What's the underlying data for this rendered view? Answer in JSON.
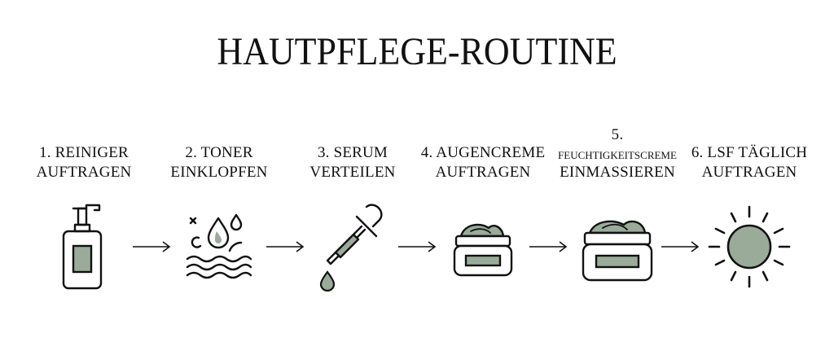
{
  "title": "HAUTPFLEGE-ROUTINE",
  "colors": {
    "ink": "#111111",
    "accent": "#9aab9a",
    "background": "#ffffff"
  },
  "steps": [
    {
      "line1": "1. REINIGER",
      "line2": "AUFTRAGEN",
      "icon": "pump-bottle-icon"
    },
    {
      "line1": "2. TONER",
      "line2": "EINKLOPFEN",
      "icon": "water-splash-icon"
    },
    {
      "line1": "3. SERUM",
      "line2": "VERTEILEN",
      "icon": "dropper-icon"
    },
    {
      "line1": "4. AUGENCREME",
      "line2": "AUFTRAGEN",
      "icon": "small-cream-jar-icon"
    },
    {
      "line0": "5.",
      "line1": "FEUCHTIGKEITSCREME",
      "line2": "EINMASSIEREN",
      "icon": "cream-jar-icon"
    },
    {
      "line1": "6. LSF TÄGLICH",
      "line2": "AUFTRAGEN",
      "icon": "sun-icon"
    }
  ]
}
